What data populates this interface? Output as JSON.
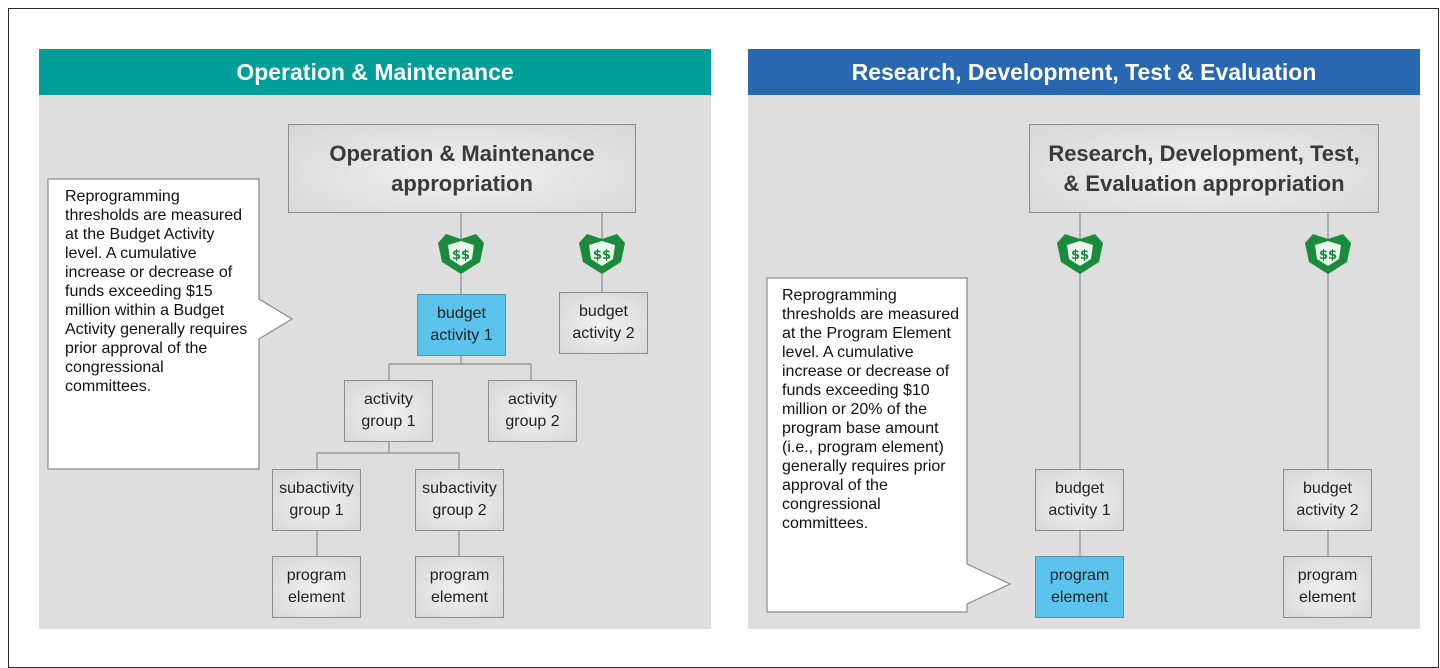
{
  "panels": [
    {
      "title": "Operation & Maintenance",
      "header_color": "#009e99",
      "top_node": "Operation & Maintenance\nappropriation",
      "note": "Reprogramming thresholds are measured at the Budget Activity level. A cumulative increase or decrease of funds exceeding $15 million within a Budget Activity generally requires prior approval of the congressional committees.",
      "nodes": [
        {
          "label": "budget\nactivity 1",
          "highlight": true
        },
        {
          "label": "budget\nactivity 2",
          "highlight": false
        },
        {
          "label": "activity\ngroup 1",
          "highlight": false
        },
        {
          "label": "activity\ngroup 2",
          "highlight": false
        },
        {
          "label": "subactivity\ngroup 1",
          "highlight": false
        },
        {
          "label": "subactivity\ngroup 2",
          "highlight": false
        },
        {
          "label": "program\nelement",
          "highlight": false
        },
        {
          "label": "program\nelement",
          "highlight": false
        }
      ]
    },
    {
      "title": "Research, Development, Test & Evaluation",
      "header_color": "#2a67b1",
      "top_node": "Research, Development, Test,\n& Evaluation appropriation",
      "note": "Reprogramming thresholds are measured at the Program Element level. A cumulative increase or decrease of funds exceeding $10 million or 20% of the program base amount (i.e., program element) generally requires prior approval of the congressional committees.",
      "nodes": [
        {
          "label": "budget\nactivity 1",
          "highlight": false
        },
        {
          "label": "budget\nactivity 2",
          "highlight": false
        },
        {
          "label": "program\nelement",
          "highlight": true
        },
        {
          "label": "program\nelement",
          "highlight": false
        }
      ]
    }
  ],
  "icon": "money-bundle-icon",
  "colors": {
    "money_green": "#1a8a3c",
    "highlight": "#5bc3ec"
  }
}
